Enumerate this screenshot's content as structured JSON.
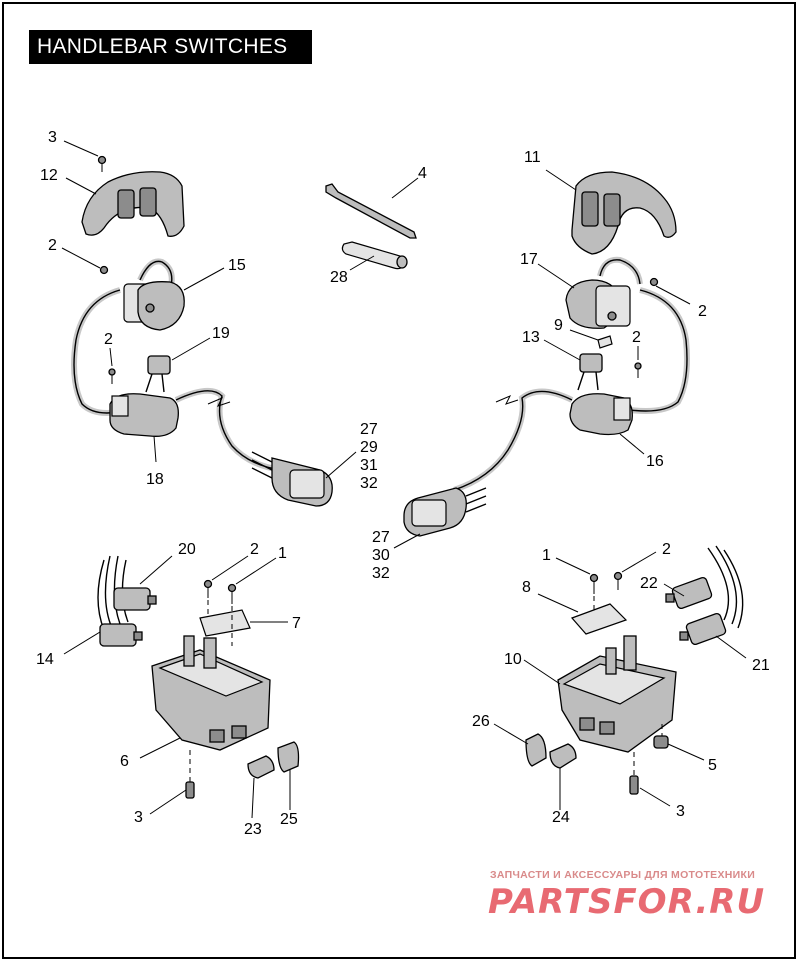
{
  "title": "HANDLEBAR SWITCHES",
  "callouts": [
    {
      "id": "c-3a",
      "text": "3"
    },
    {
      "id": "c-12",
      "text": "12"
    },
    {
      "id": "c-2a",
      "text": "2"
    },
    {
      "id": "c-15",
      "text": "15"
    },
    {
      "id": "c-2b",
      "text": "2"
    },
    {
      "id": "c-19",
      "text": "19"
    },
    {
      "id": "c-18",
      "text": "18"
    },
    {
      "id": "c-27a",
      "text": "27"
    },
    {
      "id": "c-29",
      "text": "29"
    },
    {
      "id": "c-31",
      "text": "31"
    },
    {
      "id": "c-32a",
      "text": "32"
    },
    {
      "id": "c-4",
      "text": "4"
    },
    {
      "id": "c-28",
      "text": "28"
    },
    {
      "id": "c-11",
      "text": "11"
    },
    {
      "id": "c-17",
      "text": "17"
    },
    {
      "id": "c-2c",
      "text": "2"
    },
    {
      "id": "c-9",
      "text": "9"
    },
    {
      "id": "c-13",
      "text": "13"
    },
    {
      "id": "c-2d",
      "text": "2"
    },
    {
      "id": "c-16",
      "text": "16"
    },
    {
      "id": "c-27b",
      "text": "27"
    },
    {
      "id": "c-30",
      "text": "30"
    },
    {
      "id": "c-32b",
      "text": "32"
    },
    {
      "id": "c-20",
      "text": "20"
    },
    {
      "id": "c-2e",
      "text": "2"
    },
    {
      "id": "c-1a",
      "text": "1"
    },
    {
      "id": "c-7",
      "text": "7"
    },
    {
      "id": "c-14",
      "text": "14"
    },
    {
      "id": "c-6",
      "text": "6"
    },
    {
      "id": "c-3b",
      "text": "3"
    },
    {
      "id": "c-23",
      "text": "23"
    },
    {
      "id": "c-25",
      "text": "25"
    },
    {
      "id": "c-1b",
      "text": "1"
    },
    {
      "id": "c-2f",
      "text": "2"
    },
    {
      "id": "c-8",
      "text": "8"
    },
    {
      "id": "c-22",
      "text": "22"
    },
    {
      "id": "c-10",
      "text": "10"
    },
    {
      "id": "c-21",
      "text": "21"
    },
    {
      "id": "c-26",
      "text": "26"
    },
    {
      "id": "c-5",
      "text": "5"
    },
    {
      "id": "c-3c",
      "text": "3"
    },
    {
      "id": "c-24",
      "text": "24"
    }
  ],
  "watermark": {
    "tagline": "ЗАПЧАСТИ И АКСЕССУАРЫ ДЛЯ МОТОТЕХНИКИ",
    "logo": "PARTSFOR.RU"
  }
}
